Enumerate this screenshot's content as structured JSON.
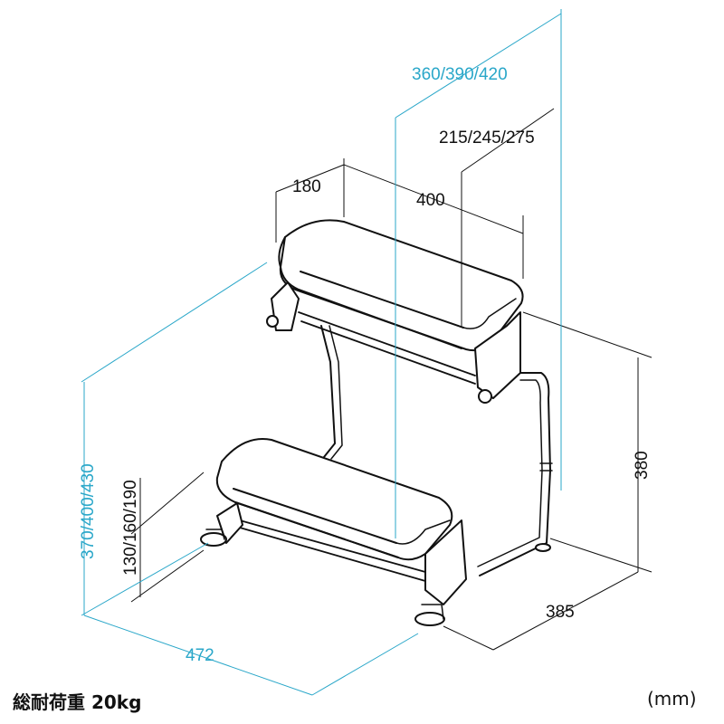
{
  "diagram": {
    "load_caption": "総耐荷重 20kg",
    "unit_caption": "(mm)",
    "dimensions": {
      "overall_height": "360/390/420",
      "depth_range": "215/245/275",
      "top_depth": "180",
      "top_width": "400",
      "base_height": "380",
      "base_depth": "385",
      "total_width": "472",
      "total_height": "370/400/430",
      "lower_height": "130/160/190"
    },
    "colors": {
      "line": "#111111",
      "dimension_cyan": "#2aa7c9",
      "cushion_fill": "#ffffff"
    }
  }
}
